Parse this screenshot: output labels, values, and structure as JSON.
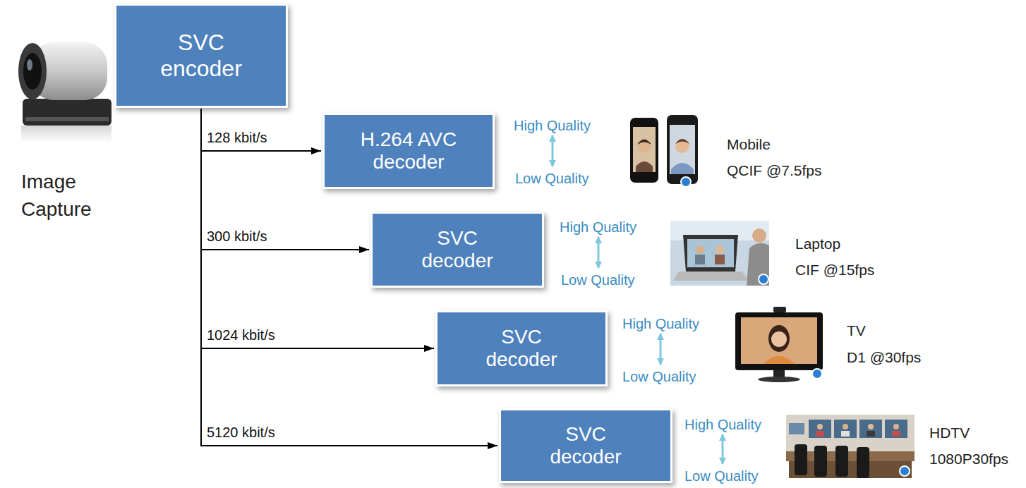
{
  "diagram": {
    "nodes": [
      {
        "text": [
          "SVC encoder"
        ]
      },
      {
        "text": [
          "H.264 AVC decoder"
        ]
      },
      {
        "text": [
          "SVC decoder"
        ]
      },
      {
        "text": [
          "SVC decoder"
        ]
      },
      {
        "text": [
          "SVC decoder"
        ]
      }
    ],
    "edges": [
      {
        "from": 0,
        "to": 1,
        "arrow": "to",
        "label": "128 kbit/s"
      },
      {
        "from": 0,
        "to": 2,
        "arrow": "to",
        "label": "300 kbit/s"
      },
      {
        "from": 0,
        "to": 3,
        "arrow": "to",
        "label": "1024 kbit/s"
      },
      {
        "from": 0,
        "to": 4,
        "arrow": "to",
        "label": "5120 kbit/s"
      }
    ],
    "labels": [
      "Image Capture",
      "High Quality",
      "Low Quality",
      "Mobile",
      "QCIF @7.5fps",
      "High Quality",
      "Low Quality",
      "Laptop",
      "CIF @15fps",
      "High Quality",
      "Low Quality",
      "TV",
      "D1 @30fps",
      "High Quality",
      "Low Quality",
      "HDTV",
      "1080P30fps"
    ]
  }
}
